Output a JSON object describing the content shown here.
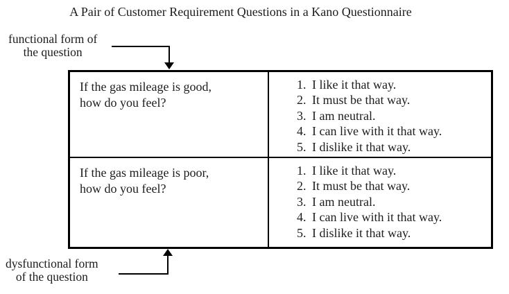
{
  "title": "A Pair of Customer Requirement Questions in a Kano Questionnaire",
  "annotations": {
    "functional": {
      "line1": "functional form of",
      "line2": "the question"
    },
    "dysfunctional": {
      "line1": "dysfunctional form",
      "line2": "of the question"
    }
  },
  "table": {
    "rows": [
      {
        "question_line1": "If the gas mileage is good,",
        "question_line2": "how do you feel?",
        "options": [
          {
            "num": "1.",
            "text": "I like it that way."
          },
          {
            "num": "2.",
            "text": "It must be that way."
          },
          {
            "num": "3.",
            "text": "I am neutral."
          },
          {
            "num": "4.",
            "text": "I can live with it that way."
          },
          {
            "num": "5.",
            "text": "I dislike it that way."
          }
        ]
      },
      {
        "question_line1": "If the gas mileage is poor,",
        "question_line2": "how do you feel?",
        "options": [
          {
            "num": "1.",
            "text": "I like it that way."
          },
          {
            "num": "2.",
            "text": "It must be that way."
          },
          {
            "num": "3.",
            "text": "I am neutral."
          },
          {
            "num": "4.",
            "text": "I can live with it that way."
          },
          {
            "num": "5.",
            "text": "I dislike it that way."
          }
        ]
      }
    ]
  },
  "colors": {
    "text": "#1c1c1c",
    "line": "#000000",
    "background": "#ffffff"
  }
}
